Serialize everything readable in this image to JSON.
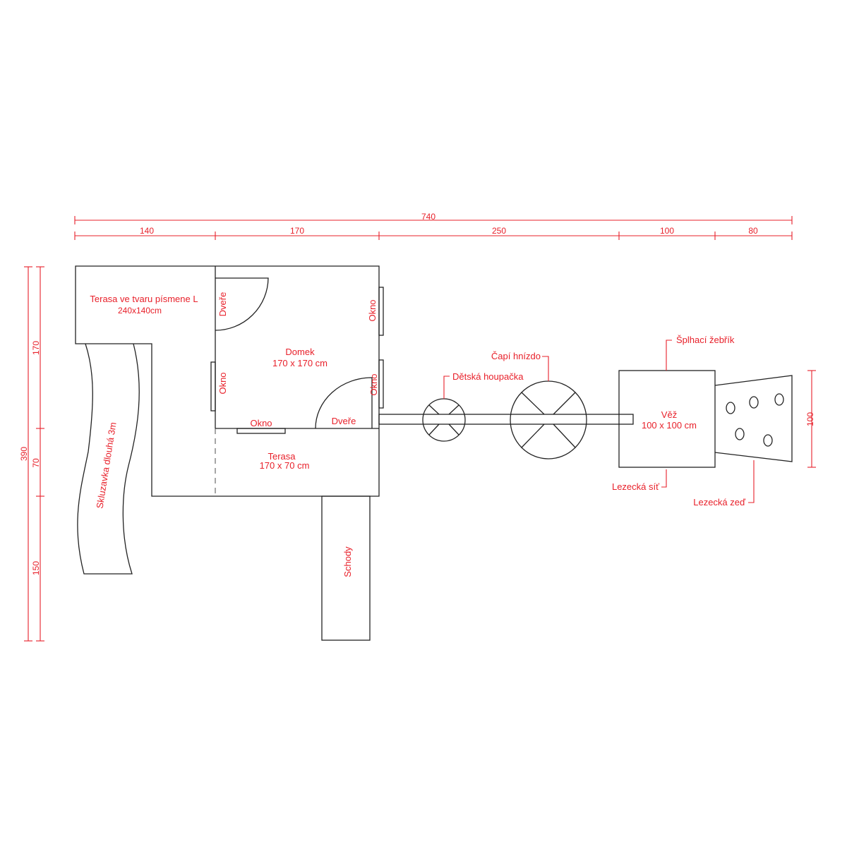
{
  "colors": {
    "annotation": "#e8202a",
    "lines": "#222222"
  },
  "dimensions": {
    "total_width": "740",
    "segments": [
      "140",
      "170",
      "250",
      "100",
      "80"
    ],
    "total_height": "390",
    "height_segments": [
      "170",
      "70",
      "150"
    ],
    "wall_height": "100"
  },
  "labels": {
    "l_terrace_title": "Terasa ve tvaru písmene L",
    "l_terrace_size": "240x140cm",
    "house_title": "Domek",
    "house_size": "170 x 170 cm",
    "door": "Dveře",
    "window": "Okno",
    "terrace_title": "Terasa",
    "terrace_size": "170 x 70 cm",
    "slide": "Skluzavka dlouhá 3m",
    "stairs": "Schody",
    "swing": "Dětská houpačka",
    "stork_nest": "Čapí hnízdo",
    "tower_title": "Věž",
    "tower_size": "100 x 100 cm",
    "ladder": "Šplhací žebřík",
    "net": "Lezecká síť",
    "wall": "Lezecká zeď"
  }
}
